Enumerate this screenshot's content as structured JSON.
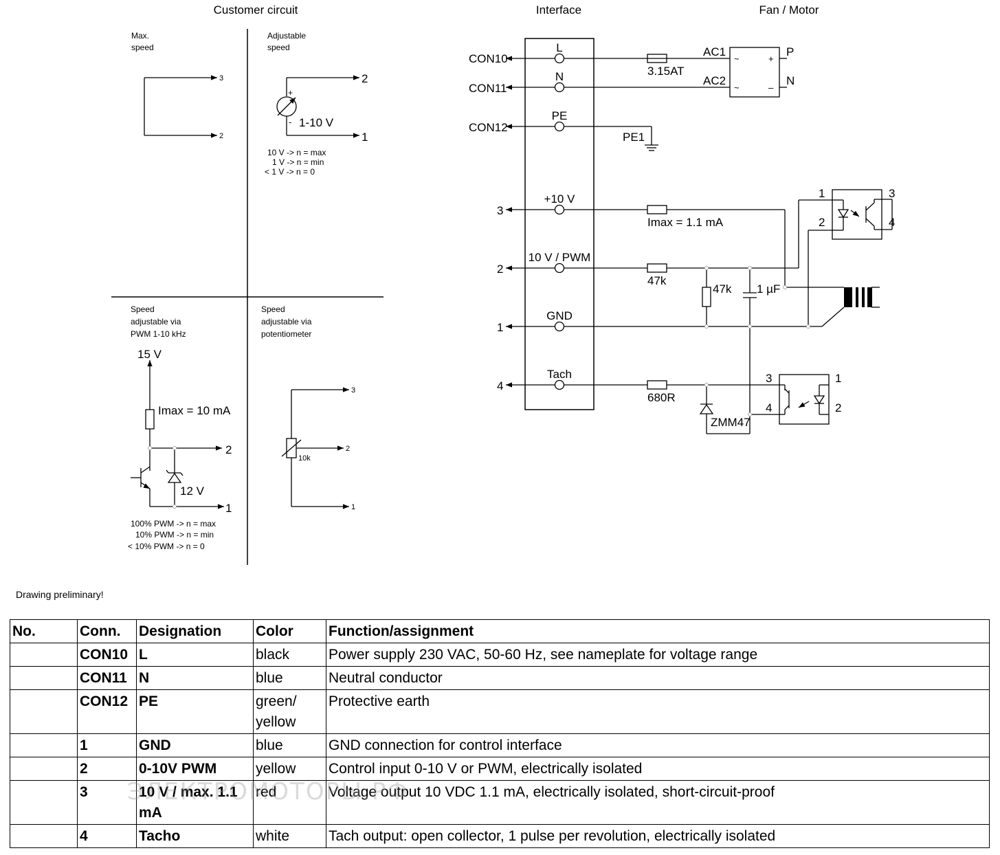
{
  "sections": {
    "customer_circuit": "Customer circuit",
    "interface": "Interface",
    "fan_motor": "Fan / Motor"
  },
  "customer": {
    "max_speed": [
      "Max.",
      "speed"
    ],
    "adjustable_speed": [
      "Adjustable",
      "speed"
    ],
    "pin_3": "3",
    "pin_2": "2",
    "pin_1": "1",
    "plus": "+",
    "minus": "-",
    "voltage_label": "1-10 V",
    "voltage_notes": [
      "10 V -> n = max",
      "1 V -> n = min",
      "< 1 V -> n = 0"
    ],
    "pwm_title": [
      "Speed",
      "adjustable via",
      "PWM 1-10 kHz"
    ],
    "pot_title": [
      "Speed",
      "adjustable via",
      "potentiometer"
    ],
    "supply_15v": "15 V",
    "imax_10ma": "Imax = 10 mA",
    "zener_12v": "12 V",
    "pwm_notes": [
      "100% PWM -> n = max",
      "10% PWM -> n = min",
      "< 10% PWM -> n = 0"
    ],
    "pot_value": "10k"
  },
  "interface": {
    "con10": "CON10",
    "con11": "CON11",
    "con12": "CON12",
    "pin_L": "L",
    "pin_N": "N",
    "pin_PE": "PE",
    "pin_10v": "+10 V",
    "pin_pwm": "10 V / PWM",
    "pin_gnd": "GND",
    "pin_tach": "Tach",
    "ext_3": "3",
    "ext_2": "2",
    "ext_1": "1",
    "ext_4": "4"
  },
  "motor": {
    "fuse": "3.15AT",
    "ac1": "AC1",
    "ac2": "AC2",
    "out_P": "P",
    "out_N": "N",
    "pe1": "PE1",
    "rect_tilde_1": "~",
    "rect_tilde_2": "~",
    "rect_plus": "+",
    "rect_minus": "–",
    "imax_1ma": "Imax = 1.1 mA",
    "r_47k_series": "47k",
    "r_47k_shunt": "47k",
    "cap_1uf": "1 µF",
    "r_680": "680R",
    "zener": "ZMM47",
    "opto_top_1": "1",
    "opto_top_2": "2",
    "opto_top_3": "3",
    "opto_top_4": "4",
    "opto_bot_1": "1",
    "opto_bot_2": "2",
    "opto_bot_3": "3",
    "opto_bot_4": "4"
  },
  "note": "Drawing preliminary!",
  "table": {
    "headers": [
      "No.",
      "Conn.",
      "Designation",
      "Color",
      "Function/assignment"
    ],
    "rows": [
      [
        "",
        "CON10",
        "L",
        "black",
        "Power supply 230 VAC, 50-60 Hz, see nameplate for voltage range"
      ],
      [
        "",
        "CON11",
        "N",
        "blue",
        "Neutral conductor"
      ],
      [
        "",
        "CON12",
        "PE",
        "green/ yellow",
        "Protective earth"
      ],
      [
        "",
        "1",
        "GND",
        "blue",
        "GND connection for control interface"
      ],
      [
        "",
        "2",
        "0-10V PWM",
        "yellow",
        "Control input 0-10 V or PWM, electrically isolated"
      ],
      [
        "",
        "3",
        "10 V / max. 1.1 mA",
        "red",
        "Voltage output 10 VDC 1.1 mA, electrically isolated, short-circuit-proof"
      ],
      [
        "",
        "4",
        "Tacho",
        "white",
        "Tach output: open collector, 1 pulse per revolution, electrically isolated"
      ]
    ]
  },
  "watermark": "ЭЛЕКТРОМОТОРЫ.РФ"
}
